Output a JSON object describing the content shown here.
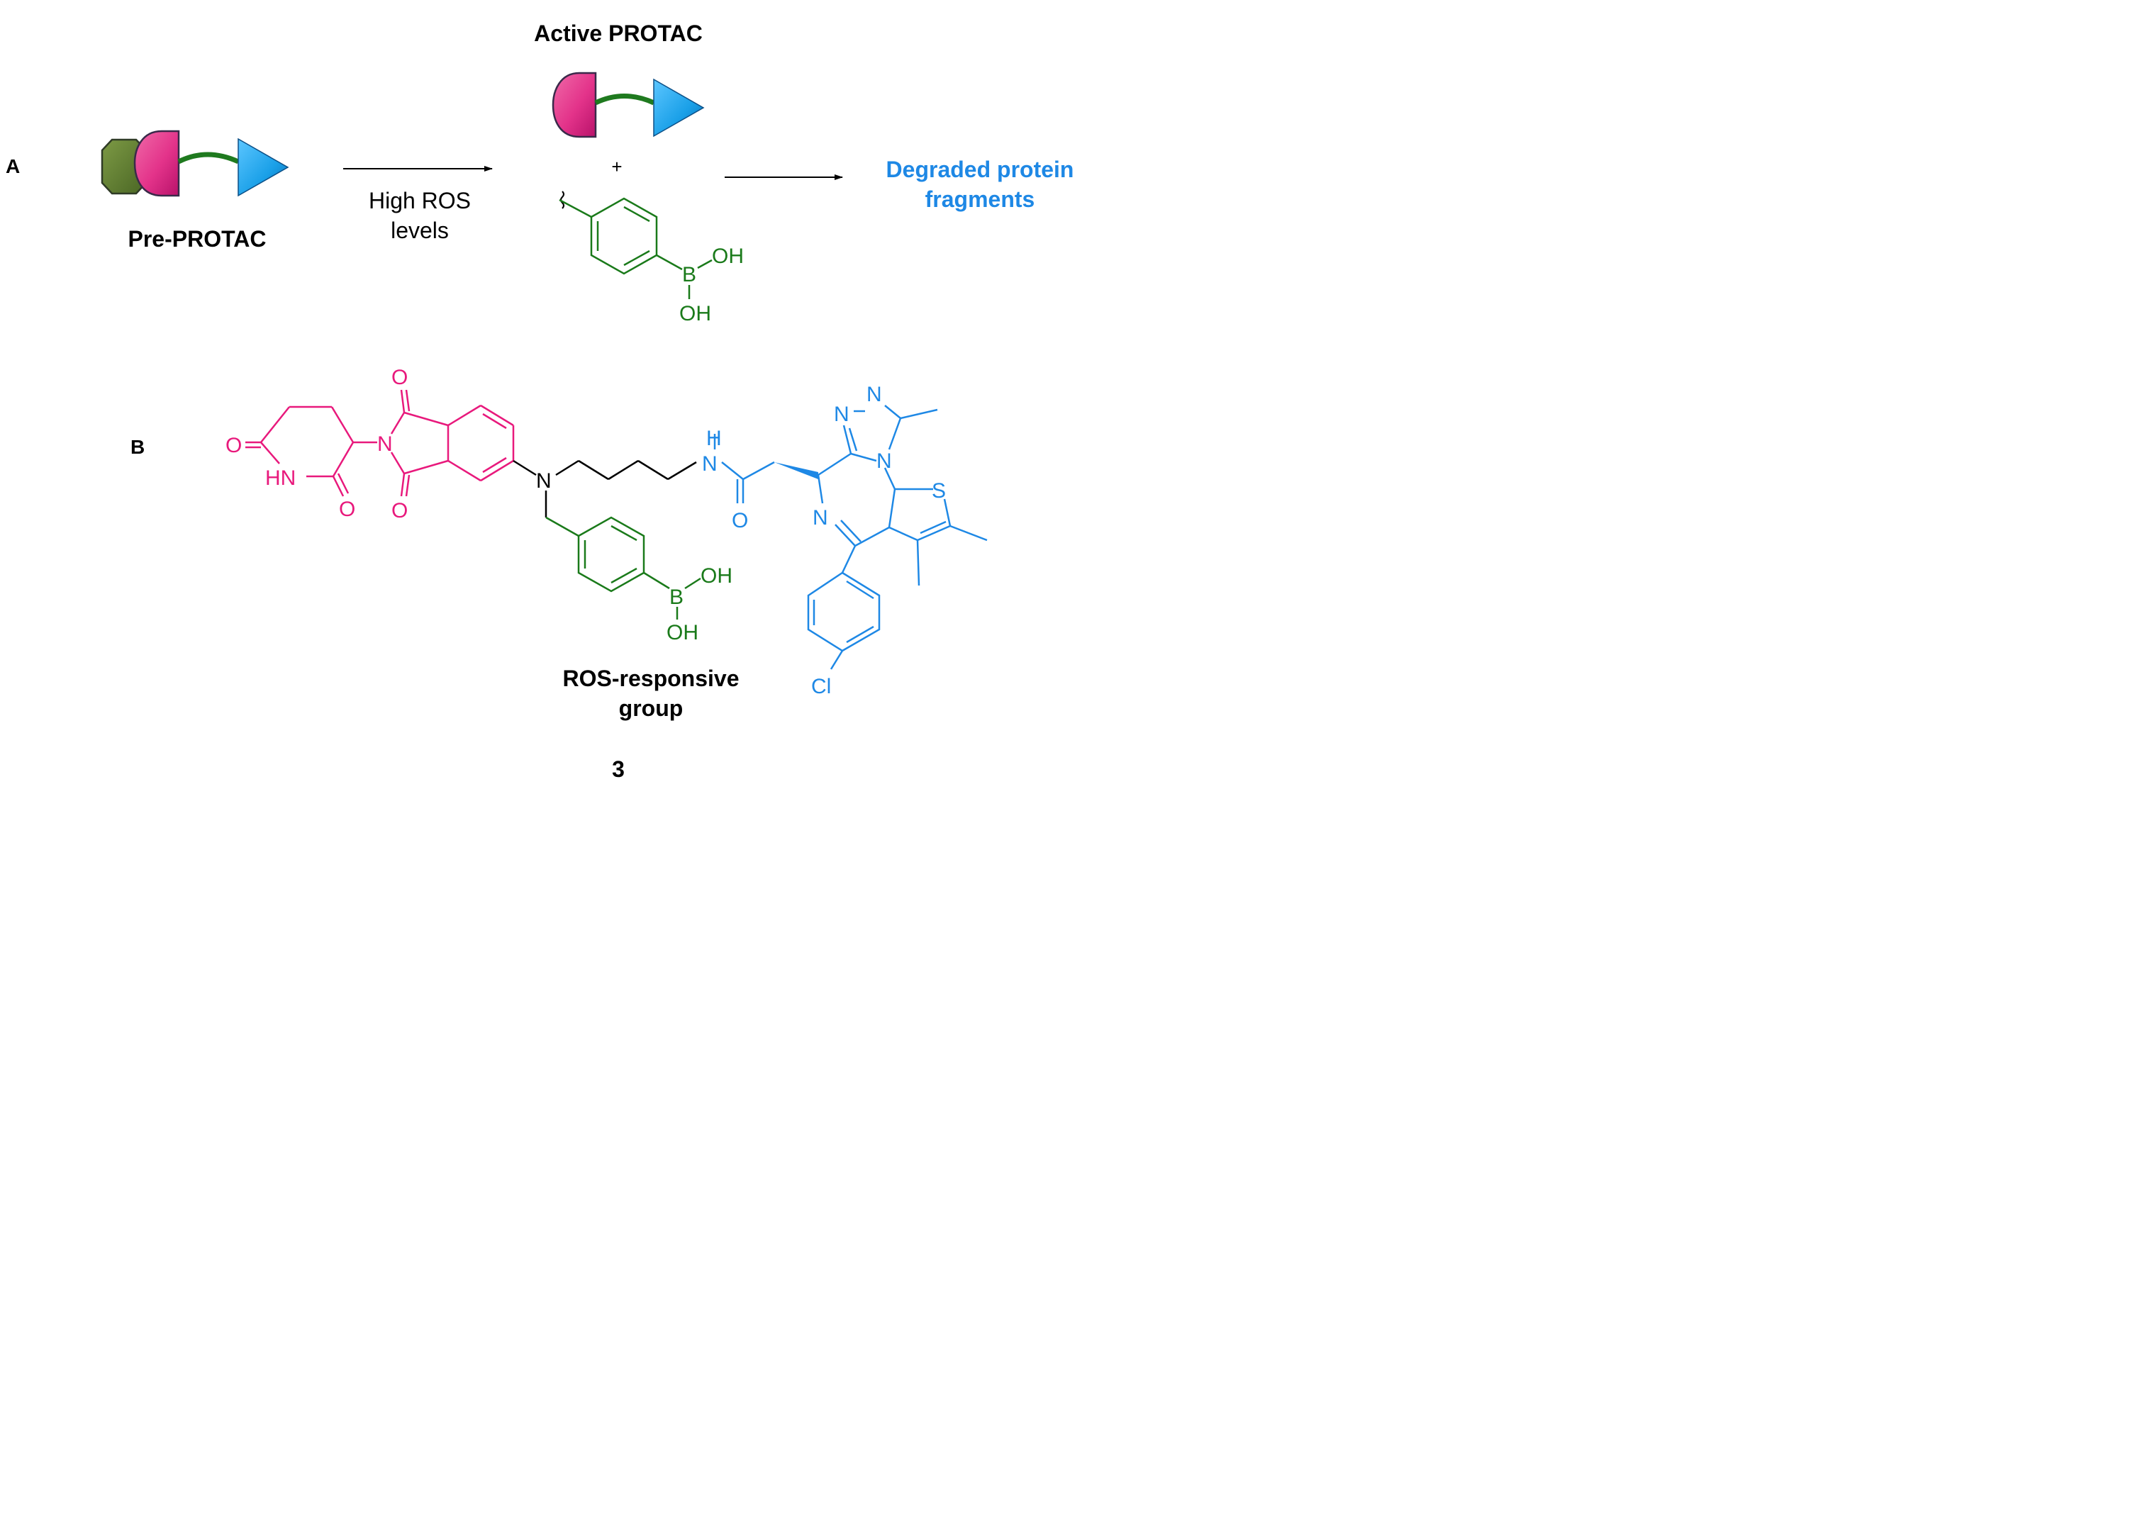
{
  "panel_a": {
    "label": "A",
    "pre_protac_label": "Pre-PROTAC",
    "active_protac_label": "Active PROTAC",
    "arrow1_label_line1": "High ROS",
    "arrow1_label_line2": "levels",
    "plus": "+",
    "result_line1": "Degraded protein",
    "result_line2": "fragments",
    "byproduct_boron": "B",
    "byproduct_oh1": "OH",
    "byproduct_oh2": "OH"
  },
  "panel_b": {
    "label": "B",
    "atoms": {
      "pink_o1": "O",
      "pink_o2": "O",
      "pink_o3": "O",
      "pink_o4": "O",
      "pink_nh": "HN",
      "pink_n": "N",
      "amine_n": "N",
      "amide_h": "H",
      "amide_n": "N",
      "amide_o": "O",
      "boron": "B",
      "boron_oh1": "OH",
      "boron_oh2": "OH",
      "triazole_n1": "N",
      "triazole_n2": "N",
      "triazole_n3": "N",
      "diazepine_n": "N",
      "thiophene_s": "S",
      "chlorine": "Cl"
    },
    "ros_group_line1": "ROS-responsive",
    "ros_group_line2": "group",
    "compound_number": "3"
  },
  "colors": {
    "pink": "#e8197c",
    "green": "#1a7a1a",
    "blue": "#1e88e5",
    "black": "#000000",
    "octagon": "#5a7a2e",
    "half_disc": "#e3338a",
    "triangle": "#1aa0e8",
    "linker": "#1f7a1f"
  }
}
